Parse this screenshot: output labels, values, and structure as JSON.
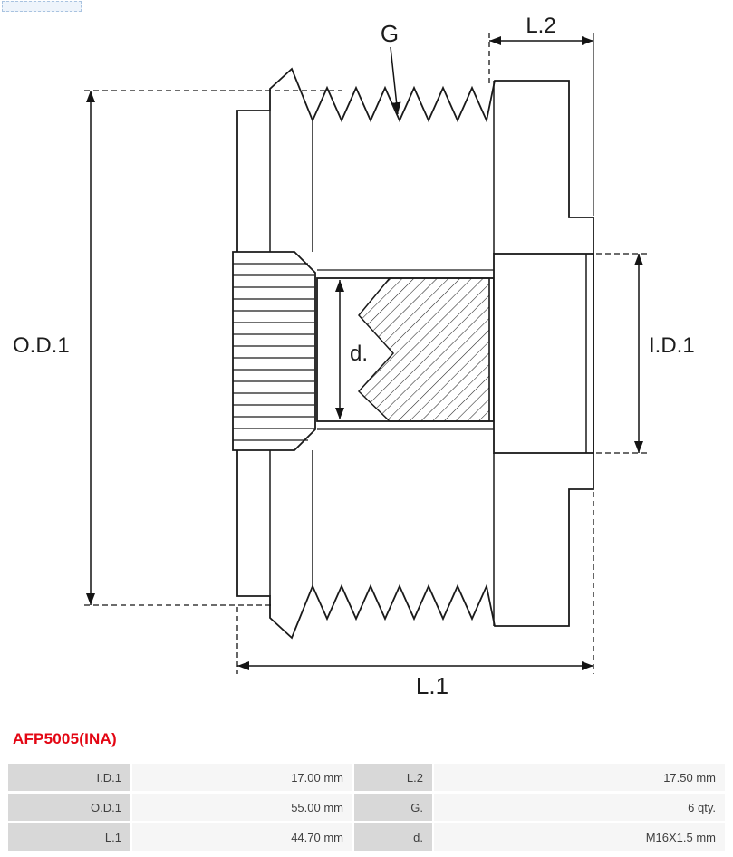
{
  "colors": {
    "accent": "#e30613",
    "line": "#1a1a1a"
  },
  "brand": {
    "logo_icon": "as-pl-logo"
  },
  "title": "AFP5005(INA)",
  "diagram": {
    "labels": {
      "od1": "O.D.1",
      "l2": "L.2",
      "g": "G",
      "d": "d.",
      "id1": "I.D.1",
      "l1": "L.1"
    }
  },
  "table": {
    "rows": [
      {
        "label1": "I.D.1",
        "value1": "17.00 mm",
        "label2": "L.2",
        "value2": "17.50 mm"
      },
      {
        "label1": "O.D.1",
        "value1": "55.00 mm",
        "label2": "G.",
        "value2": "6 qty."
      },
      {
        "label1": "L.1",
        "value1": "44.70 mm",
        "label2": "d.",
        "value2": "M16X1.5 mm"
      }
    ]
  }
}
